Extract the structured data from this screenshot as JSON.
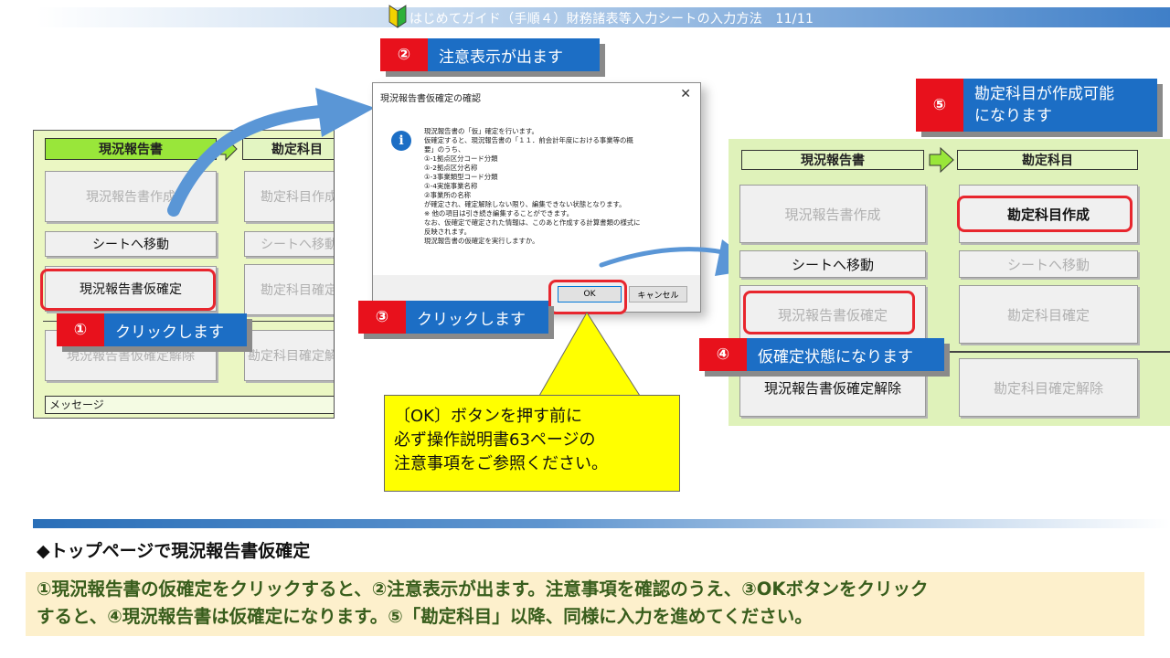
{
  "header": {
    "title": "はじめてガイド（手順４）財務諸表等入力シートの入力方法　11/11"
  },
  "left_panel": {
    "header_left": "現況報告書",
    "header_right": "勘定科目",
    "btn_create": "現況報告書作成",
    "btn_right_create": "勘定科目作成",
    "btn_move": "シートへ移動",
    "btn_right_move": "シートへ移動",
    "btn_provisional": "現況報告書仮確定",
    "btn_right_confirm": "勘定科目確定",
    "btn_cancel": "現況報告書仮確定解除",
    "btn_right_confirm_cancel": "勘定科目確定解除",
    "message_label": "メッセージ"
  },
  "dialog": {
    "title": "現況報告書仮確定の確認",
    "close": "✕",
    "lines": [
      "現況報告書の「仮」確定を行います。",
      "仮確定すると、現況報告書の「１１．前会計年度における事業等の概",
      "要」のうち、",
      "①-1拠点区分コード分類",
      "①-2拠点区分名称",
      "①-3事業類型コード分類",
      "①-4実施事業名称",
      "②事業所の名称",
      "が確定され、確定解除しない限り、編集できない状態となります。",
      "※ 他の項目は引き続き編集することができます。",
      "なお、仮確定で確定された情報は、このあと作成する計算書類の様式に",
      "反映されます。",
      "現況報告書の仮確定を実行しますか。"
    ],
    "ok": "OK",
    "cancel": "キャンセル"
  },
  "right_panel": {
    "header_left": "現況報告書",
    "header_right": "勘定科目",
    "btn_create": "現況報告書作成",
    "btn_right_create": "勘定科目作成",
    "btn_move": "シートへ移動",
    "btn_right_move": "シートへ移動",
    "btn_provisional": "現況報告書仮確定",
    "btn_right_confirm": "勘定科目確定",
    "btn_cancel": "現況報告書仮確定解除",
    "btn_right_confirm_cancel": "勘定科目確定解除"
  },
  "callouts": {
    "c1": {
      "num": "①",
      "text": "クリックします"
    },
    "c2": {
      "num": "②",
      "text": "注意表示が出ます"
    },
    "c3": {
      "num": "③",
      "text": "クリックします"
    },
    "c4": {
      "num": "④",
      "text": "仮確定状態になります"
    },
    "c5": {
      "num": "⑤",
      "line1": "勘定科目が作成可能",
      "line2": "になります"
    }
  },
  "note": {
    "line1": "〔OK〕ボタンを押す前に",
    "line2": "必ず操作説明書63ページの",
    "line3": "注意事項をご参照ください。"
  },
  "section": {
    "title": "◆トップページで現況報告書仮確定"
  },
  "summary": {
    "line1": "①現況報告書の仮確定をクリックすると、②注意表示が出ます。注意事項を確認のうえ、③OKボタンをクリック",
    "line2": "すると、④現況報告書は仮確定になります。⑤「勘定科目」以降、同様に入力を進めてください。"
  },
  "colors": {
    "accent_red": "#e8111c",
    "accent_blue": "#1c6ec5",
    "panel_green": "#ebf7c3",
    "note_yellow": "#ffff00",
    "summary_text": "#385d1c"
  },
  "icons": [
    "beginner-leaf-icon",
    "info-icon",
    "close-icon",
    "arrow-right-icon",
    "curved-arrow-icon"
  ]
}
